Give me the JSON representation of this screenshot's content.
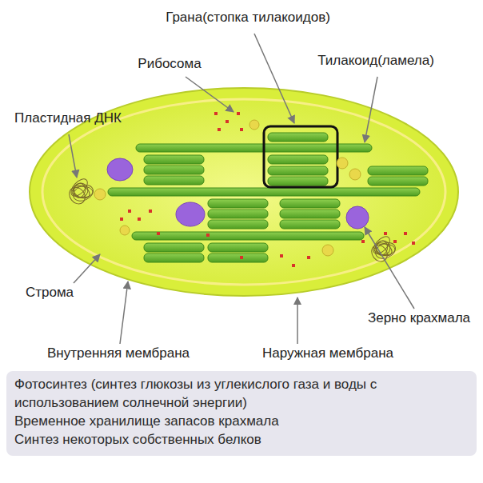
{
  "diagram": {
    "nodes": [
      {
        "text": [
          "Фотосинтез (синтез глюкозы из углекислого газа и воды с использованием солнечной энергии)",
          "Временное хранилище запасов крахмала",
          "Синтез некоторых собственных белков"
        ]
      }
    ],
    "labels": [
      "Грана(стопка тилакоидов)",
      "Рибосома",
      "Тилакоид(ламела)",
      "Пластидная ДНК",
      "Строма",
      "Зерно крахмала",
      "Внутренняя мембрана",
      "Наружная мембрана"
    ]
  }
}
